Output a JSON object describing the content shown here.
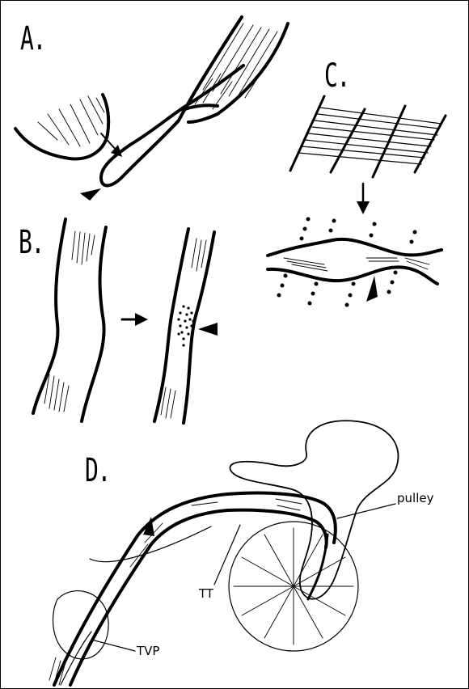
{
  "panels": {
    "a": {
      "letter": "A."
    },
    "b": {
      "letter": "B."
    },
    "c": {
      "letter": "C."
    },
    "d": {
      "letter": "D."
    }
  },
  "labels": {
    "pulley": "pulley",
    "tt": "TT",
    "tvp": "TVP"
  }
}
